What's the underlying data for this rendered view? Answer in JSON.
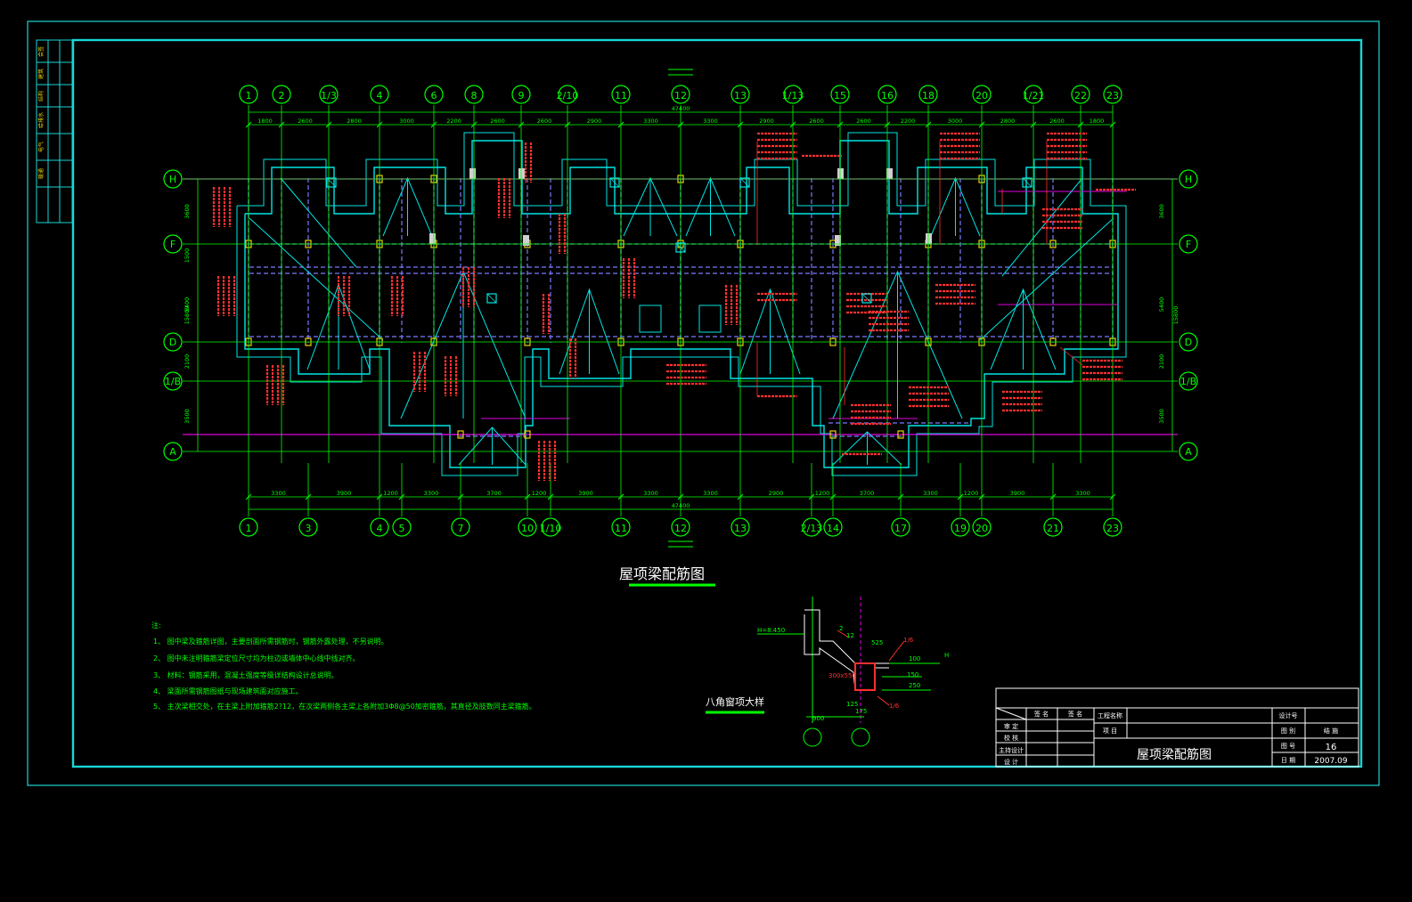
{
  "colors": {
    "frame": "#19d6d6",
    "grid": "#00ff00",
    "wall": "#00e5e5",
    "beam": "#ff3030",
    "dashed": "#7a7aff",
    "magenta": "#e000e0",
    "yellow": "#e8d000",
    "white": "#ffffff",
    "bg": "#000000"
  },
  "drawing": {
    "title": "屋项梁配筋图",
    "detail_title": "八角窗项大样"
  },
  "top_axes": [
    "1",
    "2",
    "1/3",
    "4",
    "6",
    "8",
    "9",
    "2/10",
    "11",
    "12",
    "13",
    "1/13",
    "15",
    "16",
    "18",
    "20",
    "1/21",
    "22",
    "23"
  ],
  "bottom_axes": [
    "1",
    "3",
    "4",
    "5",
    "7",
    "10",
    "1/10",
    "11",
    "12",
    "13",
    "2/13",
    "14",
    "17",
    "19",
    "20",
    "21",
    "23"
  ],
  "left_axes": [
    "H",
    "F",
    "D",
    "1/B",
    "A"
  ],
  "top_dims": [
    "1800",
    "2600",
    "2800",
    "3000",
    "2200",
    "2600",
    "2600",
    "2900",
    "3300",
    "3300",
    "2900",
    "2600",
    "2600",
    "2200",
    "3000",
    "2800",
    "2600",
    "1800"
  ],
  "bottom_dims": [
    "3300",
    "3900",
    "1200",
    "3300",
    "3700",
    "1200",
    "3900",
    "3300",
    "3300",
    "2900",
    "1200",
    "3700",
    "3300",
    "1200",
    "3900",
    "3300"
  ],
  "overall_dim": "47400",
  "left_dims": [
    "3600",
    "1500",
    "5400",
    "2100",
    "3500",
    "15800"
  ],
  "notes": {
    "heading": "注:",
    "items": [
      "1、 图中梁及箍筋详图，主要剖面所需钢筋时，钢筋外露处理，不另说明。",
      "2、 图中未注明箍筋梁定位尺寸均为柱边或墙体中心线中线对齐。",
      "3、 材料：钢筋采用，混凝土强度等级详结构设计总说明。",
      "4、 梁面所需钢筋图纸与现场建筑面对应施工。",
      "5、 主次梁相交处，在主梁上附加箍筋2?12，在次梁两侧各主梁上各附加3Φ8@50加密箍筋，其直径及肢数同主梁箍筋。"
    ]
  },
  "detail": {
    "labels": [
      "H=8.450",
      "525",
      "1/6",
      "300x550",
      "150",
      "250",
      "100",
      "H",
      "2",
      "12",
      "900",
      "125",
      "175",
      "1/6"
    ]
  },
  "title_block": {
    "header_cols": [
      "签 名",
      "签 名"
    ],
    "roles": [
      "审  定",
      "校  核",
      "主持设计",
      "设  计"
    ],
    "project_name_label": "工程名称",
    "project_label": "项  目",
    "drawing_title": "屋项梁配筋图",
    "right_labels": [
      "设计号",
      "图 别",
      "图 号",
      "日 期"
    ],
    "right_values": [
      "",
      "结 施",
      "16",
      "2007.09"
    ]
  },
  "side_stamp": {
    "rows": [
      "会签",
      "建筑",
      "结构",
      "给排水",
      "电气",
      "暖通"
    ]
  }
}
